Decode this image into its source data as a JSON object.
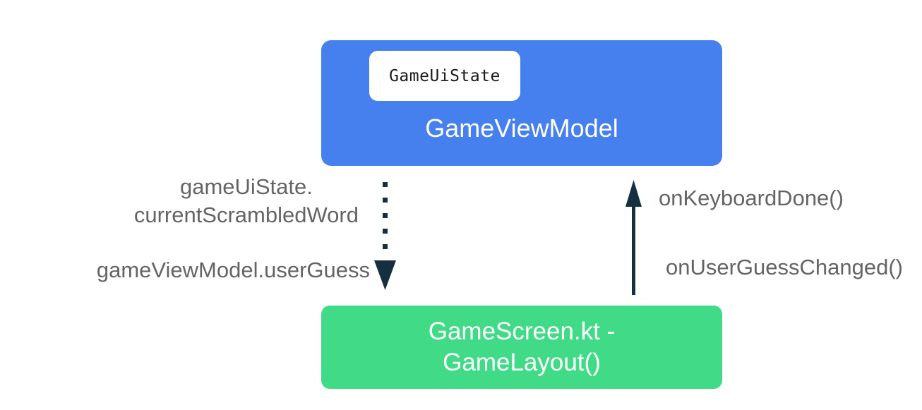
{
  "colors": {
    "viewmodel_blue": "#4680EE",
    "screen_green": "#41DB88",
    "arrow_navy": "#14303E",
    "label_gray": "#646464",
    "chip_bg": "#FFFFFF",
    "chip_text": "#1A1A1A",
    "box_text": "#FFFFFF",
    "background": "#FFFFFF"
  },
  "viewmodel_box": {
    "label": "GameViewModel",
    "chip_label": "GameUiState"
  },
  "screen_box": {
    "label_line1": "GameScreen.kt -",
    "label_line2": "GameLayout()"
  },
  "state_flow": {
    "arrow_style": "dotted-down",
    "label_line1": "gameUiState.",
    "label_line2": "currentScrambledWord",
    "label_user_guess": "gameViewModel.userGuess"
  },
  "event_flow": {
    "arrow_style": "solid-up",
    "label_keyboard_done": "onKeyboardDone()",
    "label_user_guess_changed": "onUserGuessChanged()"
  }
}
